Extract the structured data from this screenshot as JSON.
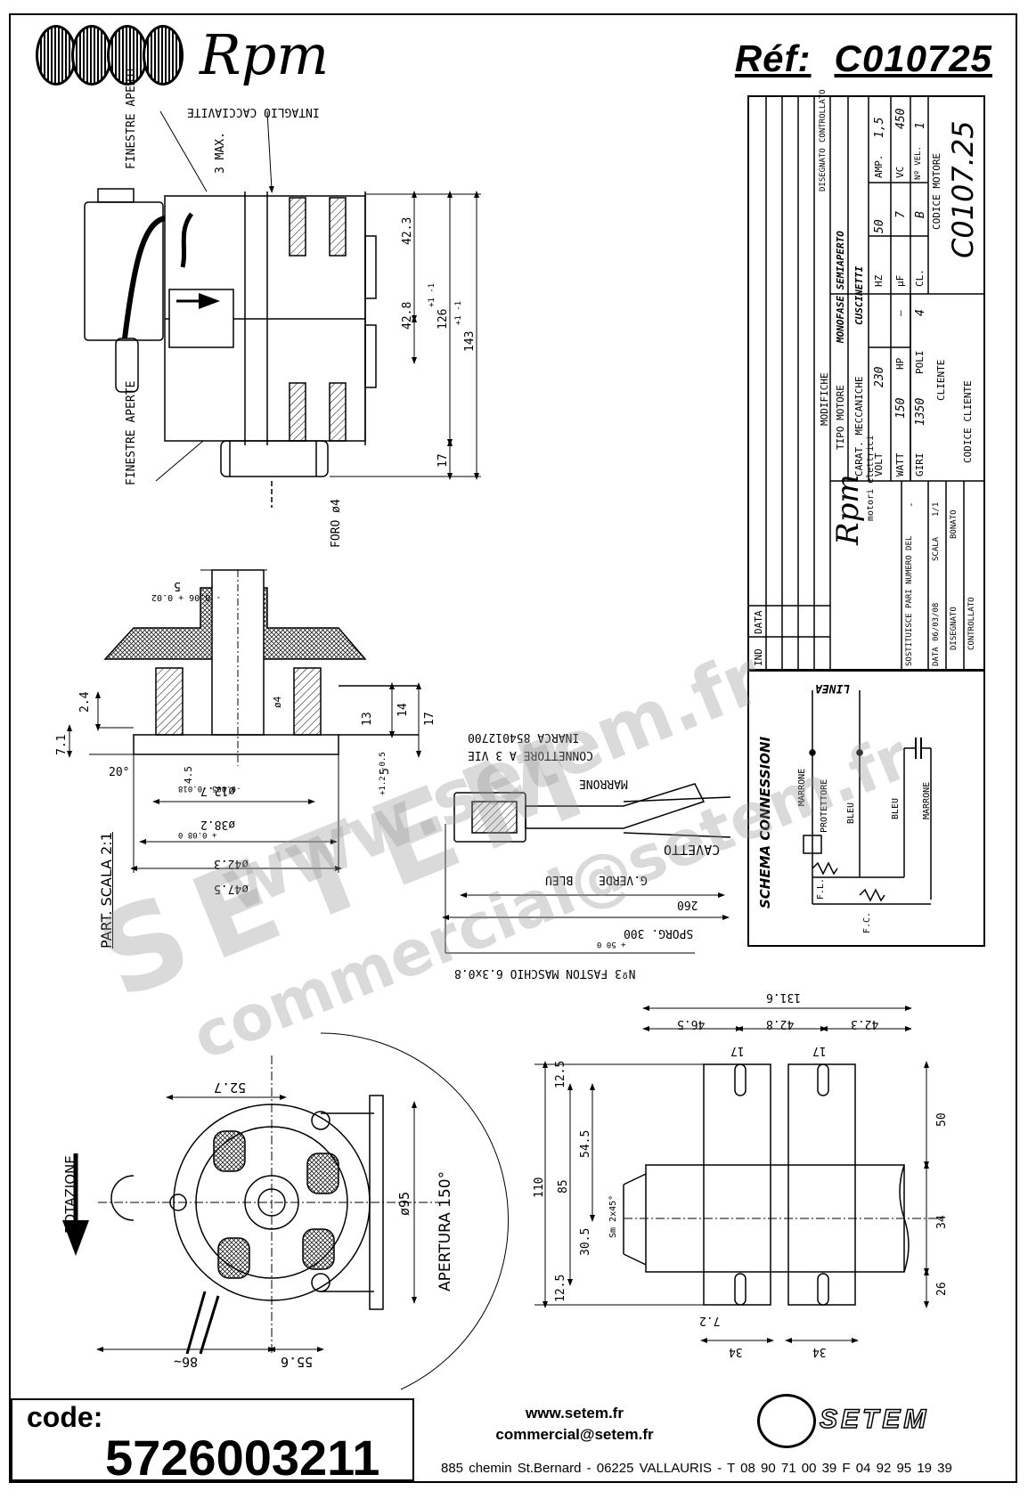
{
  "header": {
    "brand": "Rpm",
    "ref_label": "Réf:",
    "ref_value": "C010725"
  },
  "title_block": {
    "columns": [
      "IND",
      "DATA",
      "MODIFICHE",
      "DISEGNATO",
      "CONTROLLATO"
    ],
    "tipo_motore_label": "TIPO MOTORE",
    "tipo_motore_value": "MONOFASE SEMIAPERTO",
    "carat_label": "CARAT. MECCANICHE",
    "carat_value": "CUSCINETTI",
    "row1": {
      "volt_label": "VOLT",
      "volt": "230",
      "hz_label": "HZ",
      "hz": "50",
      "amp_label": "AMP.",
      "amp": "1,5"
    },
    "row2": {
      "watt_label": "WATT",
      "watt": "150",
      "hp_label": "HP",
      "hp": "—",
      "uf_label": "µF",
      "uf": "7",
      "vc_label": "VC",
      "vc": "450"
    },
    "row3": {
      "giri_label": "GIRI",
      "giri": "1350",
      "poli_label": "POLI",
      "poli": "4",
      "cl_label": "CL.",
      "cl": "B",
      "nvel_label": "Nº VEL.",
      "nvel": "1"
    },
    "codice_motore_label": "CODICE MOTORE",
    "codice_motore": "C0107.25",
    "cliente_label": "CLIENTE",
    "codice_cliente_label": "CODICE CLIENTE",
    "brand_small": "Rpm",
    "brand_sub": "motori elettrici",
    "sostituisce_label": "SOSTITUISCE PARI NUMERO DEL",
    "sostituisce_value": "-",
    "data_label": "DATA",
    "data_value": "06/03/08",
    "scala_label": "SCALA",
    "scala_value": "1/1",
    "disegnato_label": "DISEGNATO",
    "disegnato_value": "BONATO",
    "controllato_label": "CONTROLLATO"
  },
  "side_view": {
    "intaglio": "INTAGLIO CACCIAVITE",
    "finestre_top": "FINESTRE APERTE",
    "finestre_bottom": "FINESTRE APERTE",
    "max3": "3 MAX.",
    "d423": "42.3",
    "d428": "42.8",
    "d126": "126",
    "d126_tol": "+1 -1",
    "d143": "143",
    "d143_tol": "+1 -1",
    "d17": "17",
    "foro": "FORO ø4"
  },
  "shaft_detail": {
    "s5": "5",
    "s5_tol": "- 0.06 + 0.02",
    "d24": "2.4",
    "d71": "7.1",
    "ang20": "20°",
    "d45": "4.5",
    "phi4": "ø4",
    "d13": "13",
    "d14": "14",
    "d17": "17",
    "d5": "5",
    "d5_tol": "+1.2 -0.5",
    "phi127": "ø12.7",
    "phi127_tol": "-0.005 -0.018",
    "phi382": "ø38.2",
    "phi382_tol": "+ 0.08 0",
    "phi423": "ø42.3",
    "phi475": "ø47.5",
    "part_scala": "PART. SCALA 2:1"
  },
  "connector": {
    "connettore": "CONNETTORE A 3 VIE",
    "inarca": "INARCA 854012700",
    "marrone": "MARRONE",
    "cavetto": "CAVETTO",
    "gverde": "G.VERDE",
    "bleu": "BLEU",
    "d260": "260",
    "sporg": "SPORG. 300",
    "sporg_tol": "+ 50 0",
    "faston": "Nº3 FASTON MASCHIO 6.3x0.8"
  },
  "schema": {
    "title": "SCHEMA CONNESSIONI",
    "linea": "LINEA",
    "marrone1": "MARRONE",
    "protettore": "PROTETTORE",
    "bleu1": "BLEU",
    "bleu2": "BLEU",
    "marrone2": "MARRONE",
    "fl": "F.L.",
    "fc": "F.C."
  },
  "front_view": {
    "rotazione": "ROTAZIONE",
    "d527": "52.7",
    "phi95": "ø95",
    "apertura": "APERTURA 150°",
    "d86": "86~",
    "d556": "55.6"
  },
  "bracket_view": {
    "d1316": "131.6",
    "d465": "46.5",
    "d428": "42.8",
    "d423": "42.3",
    "d17a": "17",
    "d17b": "17",
    "d125a": "12.5",
    "d545": "54.5",
    "d110": "110",
    "d85": "85",
    "d305": "30.5",
    "d125b": "12.5",
    "sm": "Sm 2x45°",
    "d50": "50",
    "d34": "34",
    "d26": "26",
    "d72": "7.2",
    "d34a": "34",
    "d34b": "34"
  },
  "footer": {
    "code_label": "code:",
    "code_value": "5726003211",
    "website": "www.setem.fr",
    "email": "commercial@setem.fr",
    "address": "885 chemin St.Bernard  -  06225 VALLAURIS  -  T 08 90 71 00 39   F 04 92 95 19 39",
    "setem_logo": "SETEM"
  },
  "watermark": {
    "line1": "www.setem.fr",
    "line2": "SETEM",
    "line3": "commercial@setem.fr"
  }
}
